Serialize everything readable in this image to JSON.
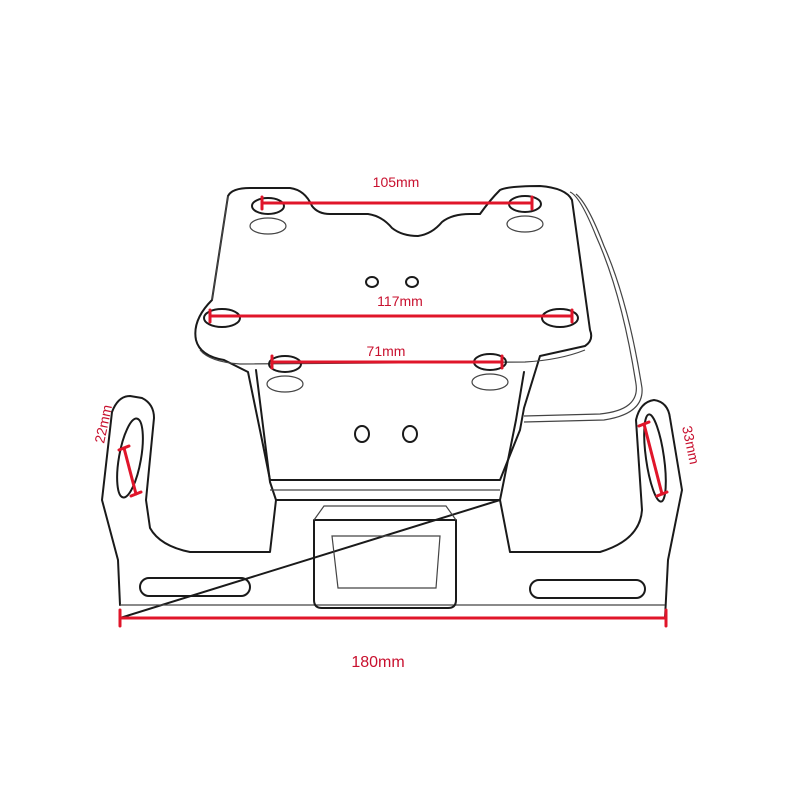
{
  "diagram": {
    "dimensions": {
      "top_holes": "105mm",
      "mid_holes": "117mm",
      "lower_holes": "71mm",
      "left_slot": "22mm",
      "right_slot": "33mm",
      "base_width": "180mm"
    },
    "colors": {
      "dimension": "#e0152a",
      "outline": "#1a1a1a",
      "background": "#ffffff"
    }
  }
}
